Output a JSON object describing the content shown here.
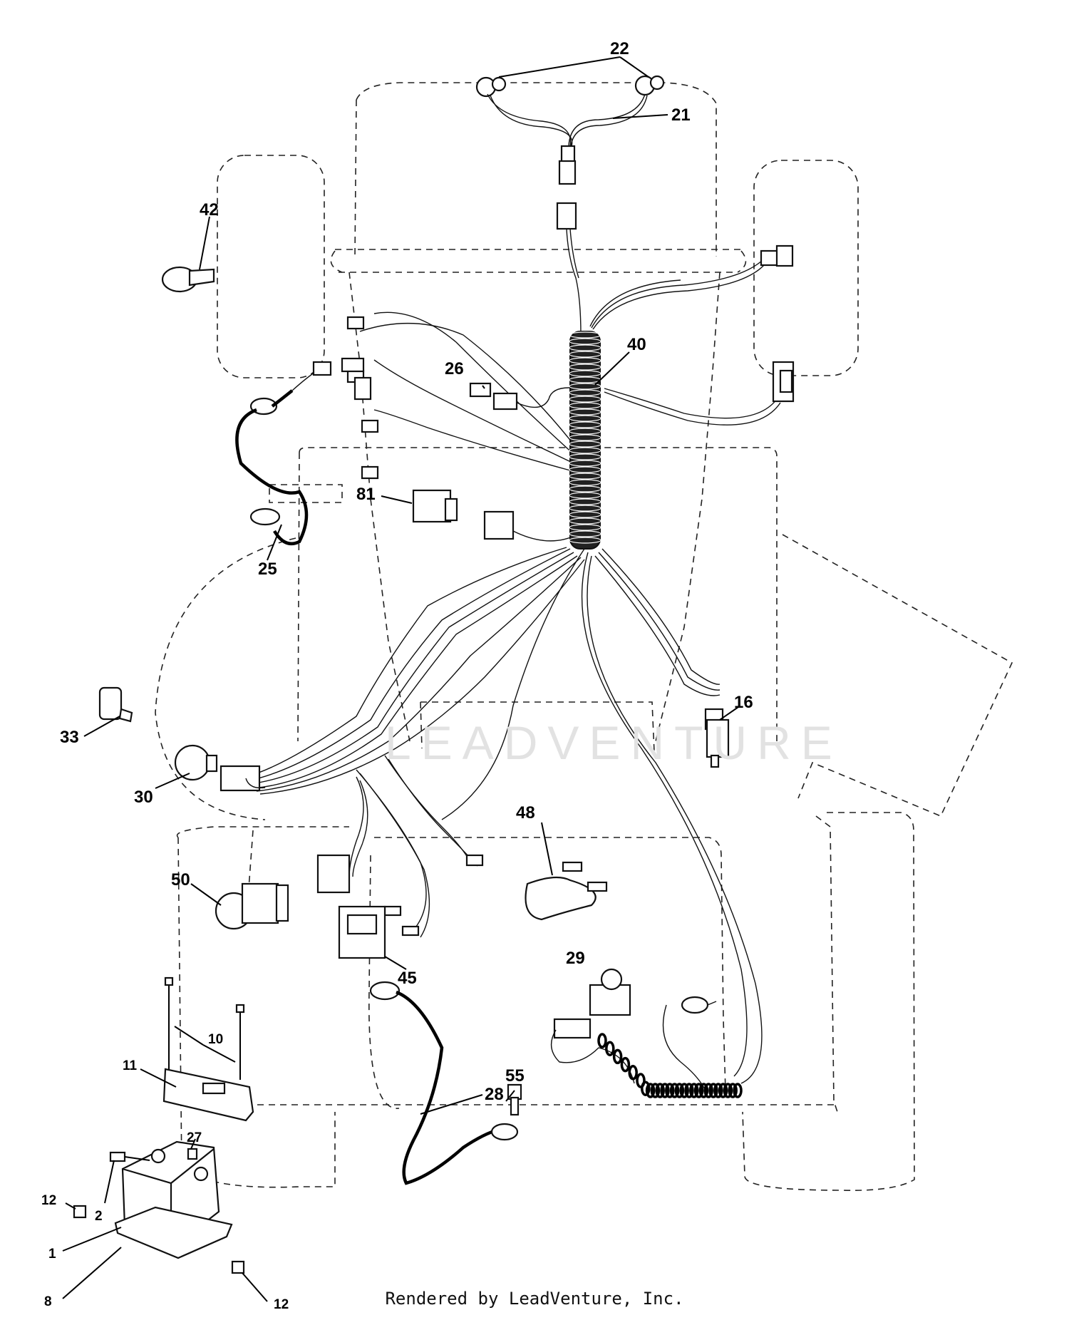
{
  "callouts": [
    {
      "id": "c22",
      "label": "22"
    },
    {
      "id": "c21",
      "label": "21"
    },
    {
      "id": "c42",
      "label": "42"
    },
    {
      "id": "c40",
      "label": "40"
    },
    {
      "id": "c26",
      "label": "26"
    },
    {
      "id": "c81",
      "label": "81"
    },
    {
      "id": "c25",
      "label": "25"
    },
    {
      "id": "c16",
      "label": "16"
    },
    {
      "id": "c33",
      "label": "33"
    },
    {
      "id": "c30",
      "label": "30"
    },
    {
      "id": "c48",
      "label": "48"
    },
    {
      "id": "c50",
      "label": "50"
    },
    {
      "id": "c45",
      "label": "45"
    },
    {
      "id": "c29",
      "label": "29"
    },
    {
      "id": "c10",
      "label": "10"
    },
    {
      "id": "c11",
      "label": "11"
    },
    {
      "id": "c55",
      "label": "55"
    },
    {
      "id": "c28",
      "label": "28"
    },
    {
      "id": "c27",
      "label": "27"
    },
    {
      "id": "c12a",
      "label": "12"
    },
    {
      "id": "c2",
      "label": "2"
    },
    {
      "id": "c1",
      "label": "1"
    },
    {
      "id": "c8",
      "label": "8"
    },
    {
      "id": "c12b",
      "label": "12"
    }
  ],
  "watermark": "LEADVENTURE",
  "footer": "Rendered by LeadVenture, Inc."
}
